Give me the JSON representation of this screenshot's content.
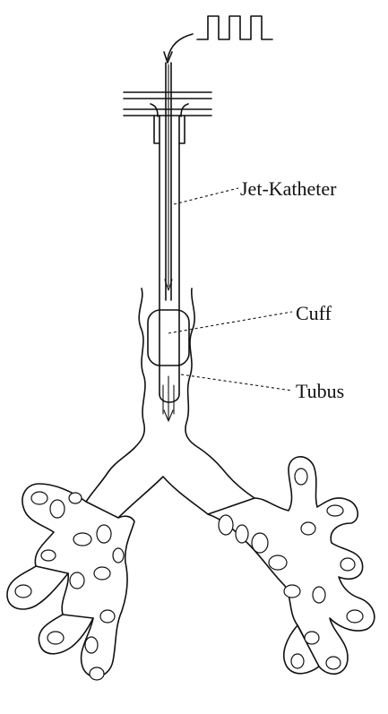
{
  "labels": {
    "jet_catheter": "Jet-Katheter",
    "cuff": "Cuff",
    "tube": "Tubus"
  },
  "colors": {
    "ink": "#111111",
    "background": "#ffffff"
  }
}
